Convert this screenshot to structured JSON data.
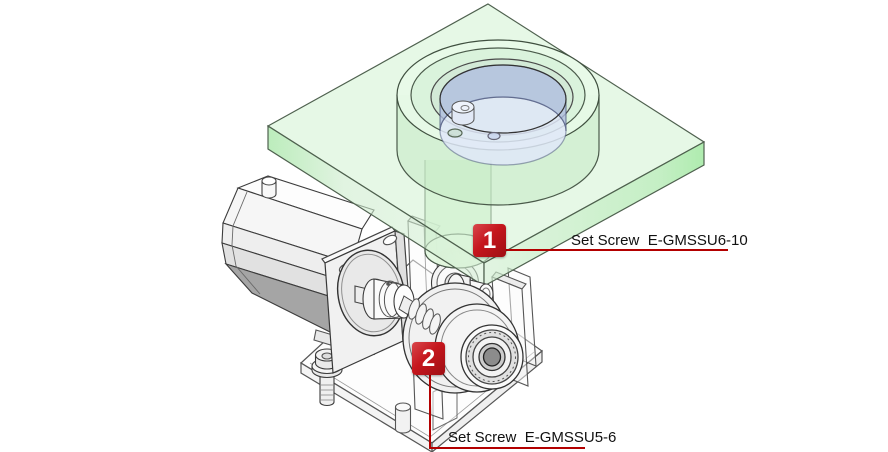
{
  "callouts": [
    {
      "number": "1",
      "label": "Set Screw  E-GMSSU6-10"
    },
    {
      "number": "2",
      "label": "Set Screw  E-GMSSU5-6"
    }
  ],
  "colors": {
    "badge_red": "#c5161d",
    "leader_red": "#b30000",
    "plate_green_face": "#cdeccd",
    "plate_green_edge": "#84e284",
    "bore_blue": "#c7d1ec",
    "worm_gear_yellow": "#d9e88c",
    "cad_linework": "#3c3c3c",
    "background": "#ffffff"
  }
}
